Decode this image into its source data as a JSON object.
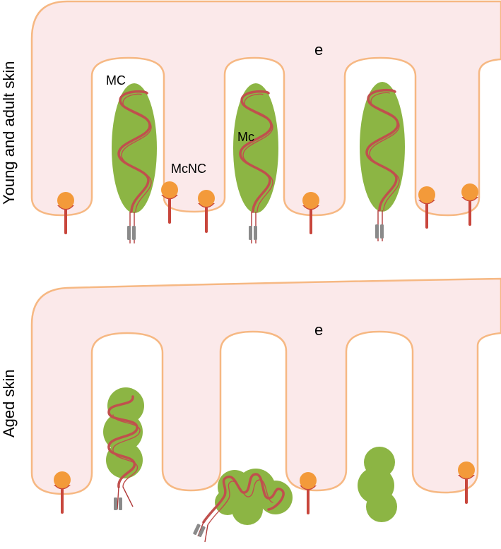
{
  "panels": [
    {
      "side_label": "Young and adult skin",
      "labels": {
        "epidermis": "e",
        "meissner_corpuscle": "MC",
        "meissner_corpuscle_inner": "Mc",
        "merkel_nerve_complex": "McNC"
      }
    },
    {
      "side_label": "Aged skin",
      "labels": {
        "epidermis": "e"
      }
    }
  ],
  "colors": {
    "epidermis_fill": "#fbe9ea",
    "epidermis_outline": "#f6b883",
    "corpuscle": "#8cb544",
    "axon": "#c0504d",
    "merkel_cell": "#f39a3a",
    "myelin_sheath": "#8a8a8a"
  }
}
